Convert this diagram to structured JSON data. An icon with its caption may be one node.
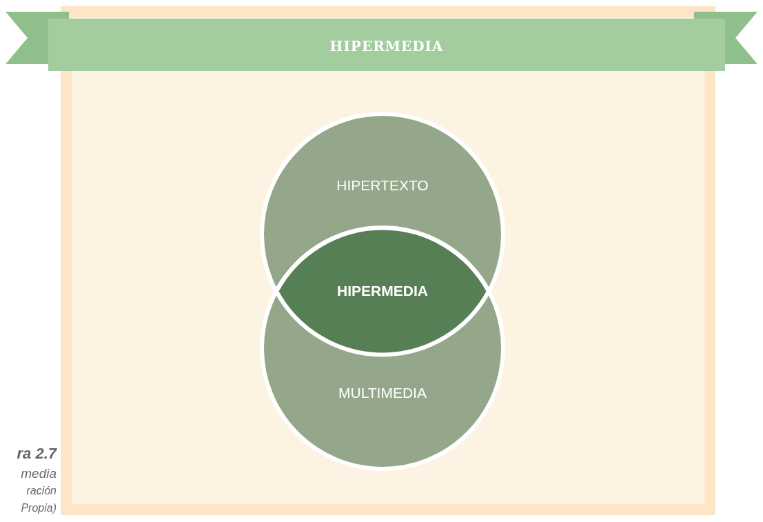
{
  "diagram": {
    "title": "HIPERMEDIA",
    "nodes": [
      {
        "text": [
          "HIPERTEXTO"
        ]
      },
      {
        "text": [
          "MULTIMEDIA"
        ]
      },
      {
        "text": [
          "HIPERMEDIA"
        ]
      }
    ],
    "labels": [
      "ra 2.7",
      "media",
      "ración",
      "Propia)"
    ]
  }
}
